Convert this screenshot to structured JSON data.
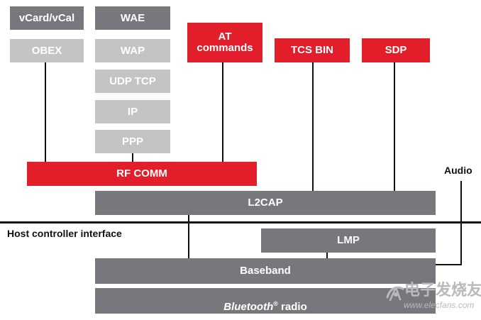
{
  "diagram": {
    "labels": {
      "vcard": "vCard/vCal",
      "wae": "WAE",
      "obex": "OBEX",
      "wap": "WAP",
      "udp_tcp": "UDP  TCP",
      "ip": "IP",
      "ppp": "PPP",
      "at_commands": "AT\ncommands",
      "tcs_bin": "TCS BIN",
      "sdp": "SDP",
      "rfcomm": "RF COMM",
      "l2cap": "L2CAP",
      "audio": "Audio",
      "host_controller_interface": "Host controller interface",
      "lmp": "LMP",
      "baseband": "Baseband",
      "radio_word": "Bluetooth",
      "radio_reg": "®",
      "radio_suffix": " radio"
    },
    "watermark": {
      "chinese_text": "电子发烧友",
      "url": "www.elecfans.com"
    },
    "colors": {
      "dark_gray": "#77787b",
      "light_gray": "#c3c4c6",
      "red": "#e31e2b",
      "line": "#111111",
      "watermark": "#b8babd"
    }
  }
}
